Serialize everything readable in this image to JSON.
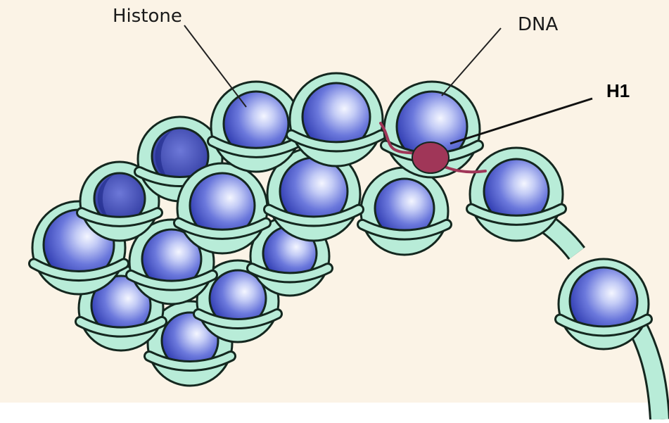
{
  "labels": {
    "histone": "Histone",
    "dna": "DNA",
    "h1": "H1"
  },
  "colors": {
    "background": "#fbf3e6",
    "dna_fill": "#b8ecd8",
    "dna_outline": "#14271f",
    "histone_light": "#f4f6ff",
    "histone_mid": "#6b78dc",
    "histone_dark": "#2430a8",
    "h1_fill": "#a03658",
    "leader_line": "#222222"
  },
  "icons": {
    "nucleosome": "histone-sphere-wrapped-in-dna",
    "h1": "linker-histone-h1-ellipse"
  }
}
